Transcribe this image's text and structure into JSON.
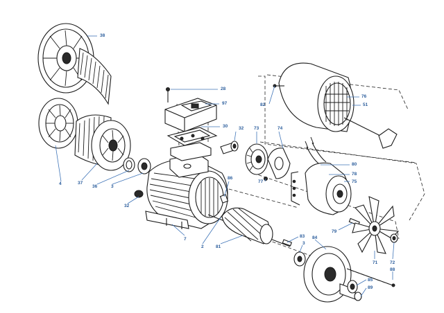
{
  "colors": {
    "ink": "#1a1a1a",
    "label": "#2b5d9c",
    "leader": "#3f74b8"
  },
  "labels": {
    "l38": "38",
    "l28": "28",
    "l97": "97",
    "l30": "30",
    "l32a": "32",
    "l73": "73",
    "l74": "74",
    "l76": "76",
    "l51": "51",
    "l82": "82",
    "l80": "80",
    "l78": "78",
    "l75": "75",
    "l77": "77",
    "l86": "86",
    "l4": "4",
    "l37": "37",
    "l36": "36",
    "l3a": "3",
    "l32b": "32",
    "l7": "7",
    "l2": "2",
    "l81": "81",
    "l83": "83",
    "l3b": "3",
    "l84": "84",
    "l79": "79",
    "l71": "71",
    "l72": "72",
    "l88": "88",
    "l85": "85",
    "l89": "89"
  }
}
